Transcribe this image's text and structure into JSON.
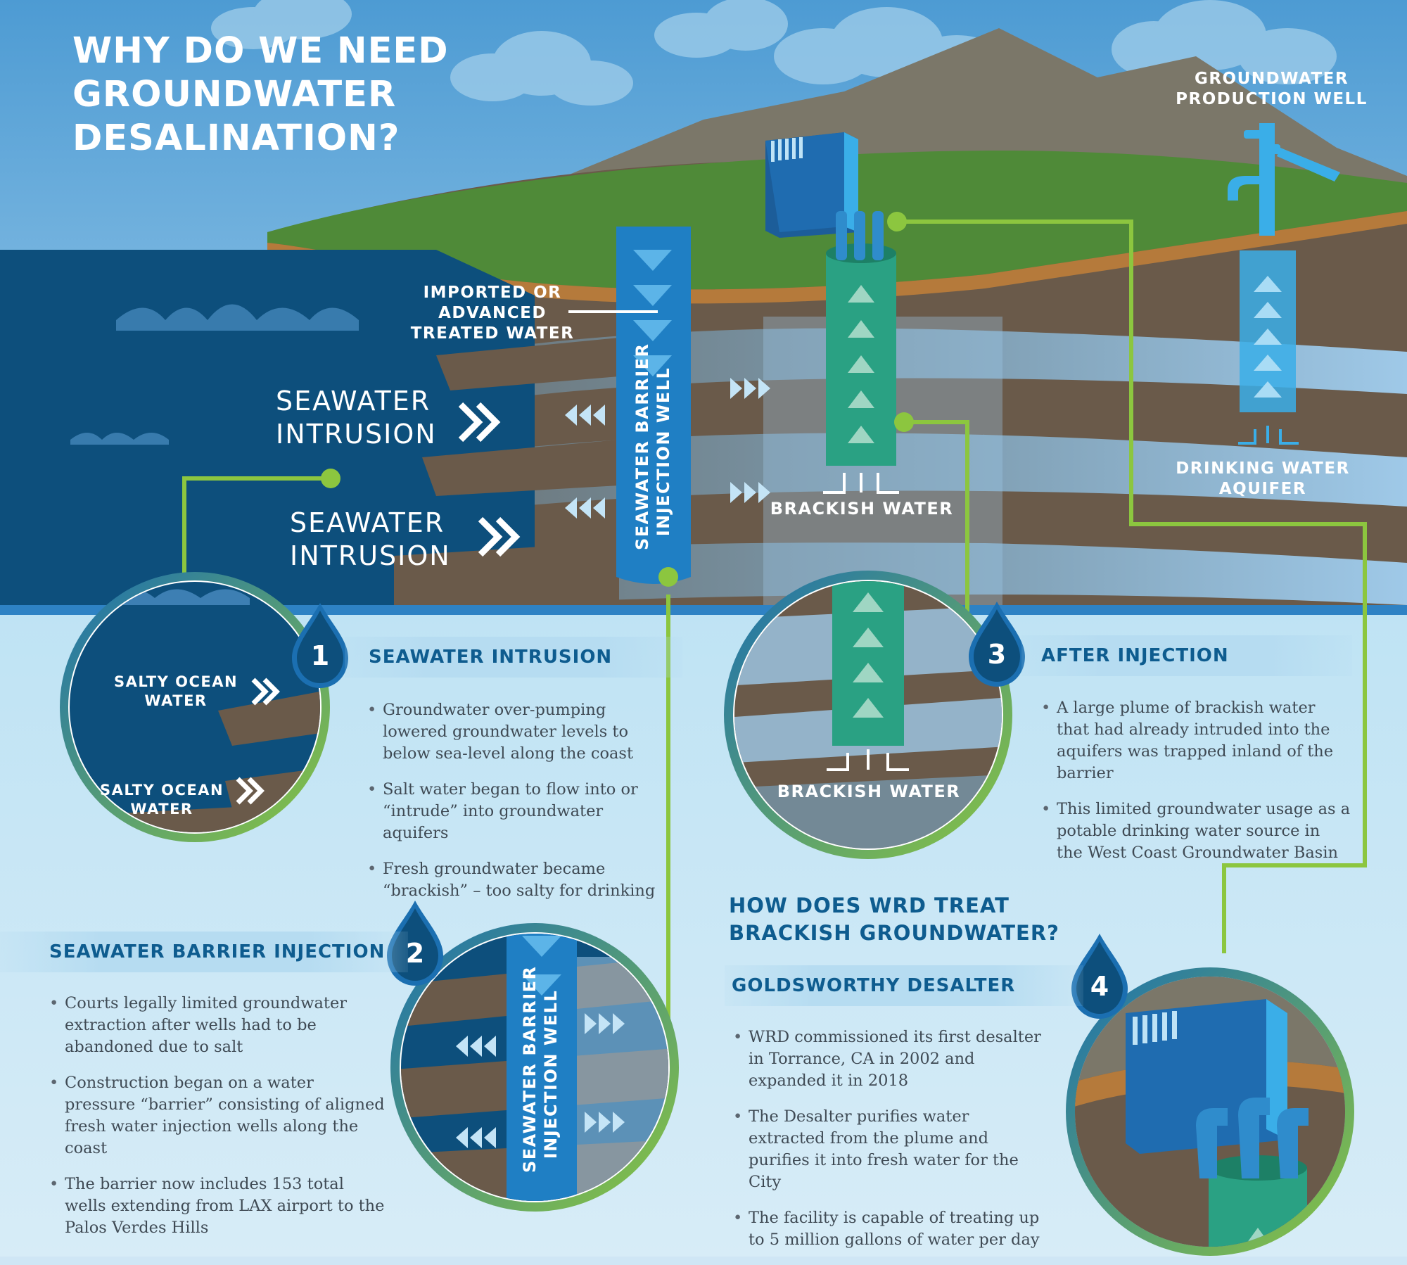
{
  "title": {
    "line1": "WHY DO WE NEED",
    "line2": "GROUNDWATER",
    "line3": "DESALINATION?"
  },
  "colors": {
    "sky": "#5da4d6",
    "ocean": "#0d4f7c",
    "hill": "#4f8a38",
    "soil": "#6b5646",
    "injection_well": "#1f7fc4",
    "brackish_well": "#2aa183",
    "pipe": "#39b6ea",
    "connector": "#8cc63f",
    "heading_blue": "#0e5c8f"
  },
  "diagram": {
    "imported_water": {
      "line1": "IMPORTED OR",
      "line2": "ADVANCED",
      "line3": "TREATED WATER"
    },
    "seawater_intrusion_1": {
      "line1": "SEAWATER",
      "line2": "INTRUSION"
    },
    "seawater_intrusion_2": {
      "line1": "SEAWATER",
      "line2": "INTRUSION"
    },
    "injection_well": {
      "line1": "SEAWATER BARRIER",
      "line2": "INJECTION WELL"
    },
    "brackish_water": "BRACKISH WATER",
    "production_well": {
      "line1": "GROUNDWATER",
      "line2": "PRODUCTION WELL"
    },
    "drinking_aquifer": {
      "line1": "DRINKING WATER",
      "line2": "AQUIFER"
    }
  },
  "sections": [
    {
      "number": "1",
      "heading": "SEAWATER INTRUSION",
      "circle_labels": [
        {
          "line1": "SALTY OCEAN",
          "line2": "WATER"
        },
        {
          "line1": "SALTY OCEAN",
          "line2": "WATER"
        }
      ],
      "bullets": [
        "Groundwater over-pumping lowered groundwater levels to below sea-level along the coast",
        "Salt water began to flow into or “intrude” into groundwater aquifers",
        "Fresh groundwater became “brackish” – too salty for drinking"
      ]
    },
    {
      "number": "2",
      "heading": "SEAWATER BARRIER INJECTION",
      "circle_labels": [
        {
          "line1": "SEAWATER BARRIER",
          "line2": "INJECTION WELL"
        }
      ],
      "bullets": [
        "Courts legally limited groundwater extraction after wells had to be abandoned due to salt",
        "Construction began on a water pressure “barrier” consisting of aligned fresh water injection wells along the coast",
        "The barrier now includes 153 total wells extending from LAX airport to the Palos Verdes Hills"
      ]
    },
    {
      "number": "3",
      "heading": "AFTER INJECTION",
      "circle_labels": [
        {
          "line1": "BRACKISH WATER",
          "line2": ""
        }
      ],
      "bullets": [
        "A large plume of brackish water that had already intruded into the aquifers was trapped inland of the barrier",
        "This limited groundwater usage as a potable drinking water source in the West Coast Groundwater Basin"
      ]
    },
    {
      "number": "4",
      "heading": "GOLDSWORTHY DESALTER",
      "bullets": [
        "WRD commissioned its first desalter in Torrance, CA in 2002 and expanded it in 2018",
        "The Desalter purifies water extracted from the plume and purifies it into fresh water for the City",
        "The facility is capable of treating up to 5 million gallons of water per day"
      ]
    }
  ],
  "how_heading": {
    "line1": "HOW DOES WRD TREAT",
    "line2": "BRACKISH GROUNDWATER?"
  }
}
